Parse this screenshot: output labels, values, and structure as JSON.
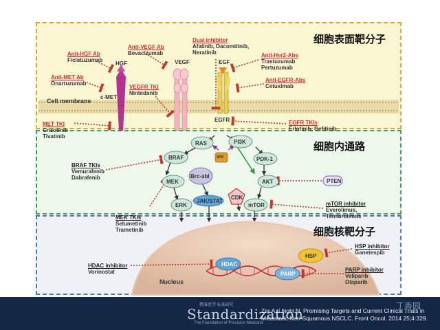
{
  "sections": {
    "surface": "细胞表面靶分子",
    "pathway": "细胞内通路",
    "nucleus": "细胞核靶分子"
  },
  "surface": {
    "hgf_drugs": {
      "title": "Anti-HGF Ab",
      "items": [
        "Ficlatuzumab"
      ]
    },
    "met_ab": {
      "title": "Anti-MET Ab",
      "items": [
        "Onartuzumab"
      ]
    },
    "vegf_ab": {
      "title": "Anti-VEGF Ab",
      "items": [
        "Bevacizumab"
      ]
    },
    "dual": {
      "title": "Dual inhibitor",
      "items": [
        "Afatinib, Dacomitinib,",
        "Neratinib"
      ]
    },
    "her2": {
      "title": "Anti-Her2-Abs",
      "items": [
        "Trastuzumab",
        "Pertuzumab"
      ]
    },
    "egfr_abs": {
      "title": "Anti-EGFR-Abs",
      "items": [
        "Cetuximab"
      ]
    },
    "vegfr_tki": {
      "title": "VEGFR TKI",
      "items": [
        "Nintedanib"
      ]
    },
    "met_tki": {
      "title": "MET TKI",
      "items": [
        "Crizotinib",
        "Tivatinib"
      ]
    },
    "egfr_tki": {
      "title": "EGFR TKIs",
      "items": [
        "Erlotinib, Gefitinib"
      ]
    },
    "membrane_label": "Cell membrane",
    "labels": {
      "hgf": "HGF",
      "cmet": "c-MET",
      "vegf": "VEGF",
      "egf": "EGF",
      "egfr": "EGFR"
    }
  },
  "pathway": {
    "nodes": {
      "ras": "RAS",
      "pi3k": "PI3K",
      "src": "src",
      "braf": "BRAF",
      "pdk1": "PDK-1",
      "brcabl": "Brc-abl",
      "mek": "MEK",
      "akt": "AKT",
      "pten": "PTEN",
      "cdk": "CDK",
      "erk": "ERK",
      "jakstat": "JAK/STAT",
      "mtor": "mTOR"
    },
    "braf_tki": {
      "title": "BRAF TKIs",
      "items": [
        "Vemurafenib",
        "Dabrafenib"
      ]
    },
    "mtor_inh": {
      "title": "mTOR inhibitor",
      "items": [
        "Everolimus,",
        "Temsirolimus"
      ]
    }
  },
  "nucleus": {
    "mek_tki": {
      "title": "MEK TKIs",
      "items": [
        "Selumetinib",
        "Trametinib"
      ]
    },
    "hdac_inh": {
      "title": "HDAC inhibitor",
      "items": [
        "Vorinostat"
      ]
    },
    "hsp_inh": {
      "title": "HSP inhibitor",
      "items": [
        "Ganetespib"
      ]
    },
    "parp_inh": {
      "title": "PARP inhibitor",
      "items": [
        "Veliparib",
        "Olaparib"
      ]
    },
    "labels": {
      "nucleus": "Nucleus",
      "hdac": "HDAC",
      "hsp": "HSP",
      "parp": "PARP"
    }
  },
  "footer": {
    "logo_word": "Standardization",
    "logo_top": "精准医学 标准研究",
    "logo_sub": "The Foundation of Precision Medicine",
    "citation": [
      "Zer A, Leighl N. Promising Targets and Current Clinical Trials in",
      "Metastatic Non-Squamous NSCLC. Front Oncol. 2014 25;4:329."
    ],
    "watermark": "丁香园"
  },
  "colors": {
    "surface_bg": "#faf6d2",
    "pathway_bg": "#eef7ec",
    "nucleus_bg": "#eef2f7",
    "drug_title": "#c0392b",
    "inhibit": "#c0392b",
    "node_fill": "#cfe7da",
    "footer_bg": "#132744"
  }
}
